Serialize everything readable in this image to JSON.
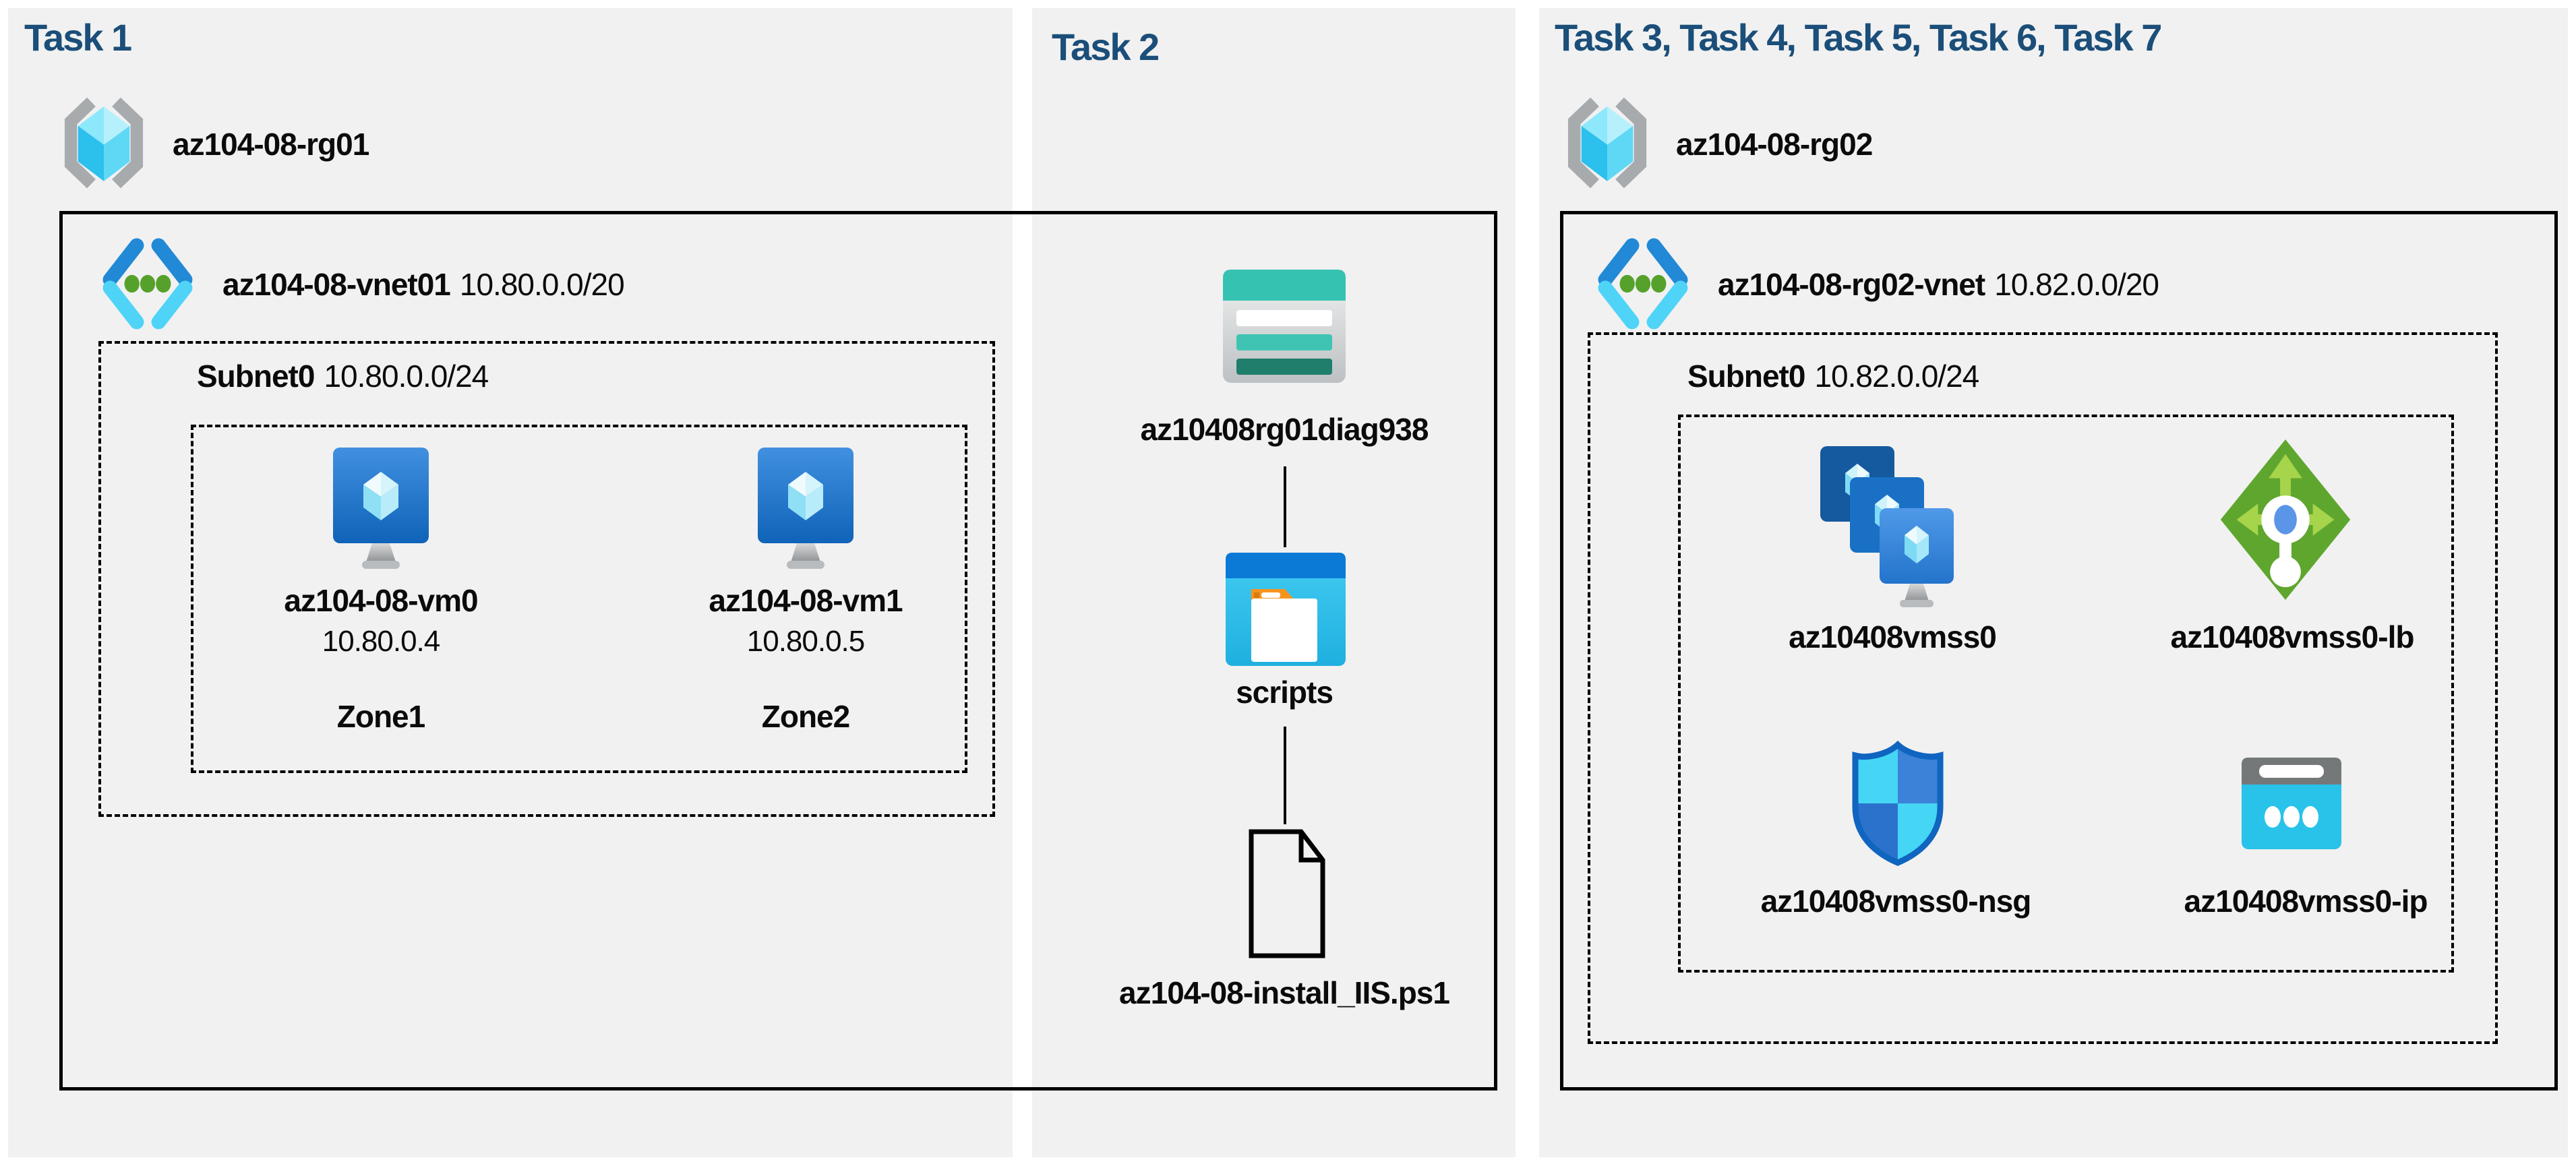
{
  "colors": {
    "heading": "#1b4e79",
    "panel_bg": "#f1f1f1",
    "outline": "#000000",
    "storage_teal": "#36c2b1",
    "folder_blue": "#0b79d6",
    "lb_green": "#5fa62e",
    "nsg_blue": "#0f65c0",
    "ip_cyan": "#29c3ea"
  },
  "panel1": {
    "title": "Task 1",
    "resource_group": "az104-08-rg01",
    "vnet": {
      "name": "az104-08-vnet01",
      "cidr": "10.80.0.0/20"
    },
    "subnet": {
      "name": "Subnet0",
      "cidr": "10.80.0.0/24"
    },
    "vms": [
      {
        "name": "az104-08-vm0",
        "ip": "10.80.0.4",
        "zone": "Zone1"
      },
      {
        "name": "az104-08-vm1",
        "ip": "10.80.0.5",
        "zone": "Zone2"
      }
    ]
  },
  "panel2": {
    "title": "Task 2",
    "storage_account": "az10408rg01diag938",
    "container": "scripts",
    "file": "az104-08-install_IIS.ps1"
  },
  "panel3": {
    "title": "Task 3, Task 4, Task 5, Task 6, Task 7",
    "resource_group": "az104-08-rg02",
    "vnet": {
      "name": "az104-08-rg02-vnet",
      "cidr": "10.82.0.0/20"
    },
    "subnet": {
      "name": "Subnet0",
      "cidr": "10.82.0.0/24"
    },
    "resources": [
      {
        "name": "az10408vmss0",
        "type": "vm-scale-set"
      },
      {
        "name": "az10408vmss0-lb",
        "type": "load-balancer"
      },
      {
        "name": "az10408vmss0-nsg",
        "type": "network-security-group"
      },
      {
        "name": "az10408vmss0-ip",
        "type": "public-ip"
      }
    ]
  }
}
